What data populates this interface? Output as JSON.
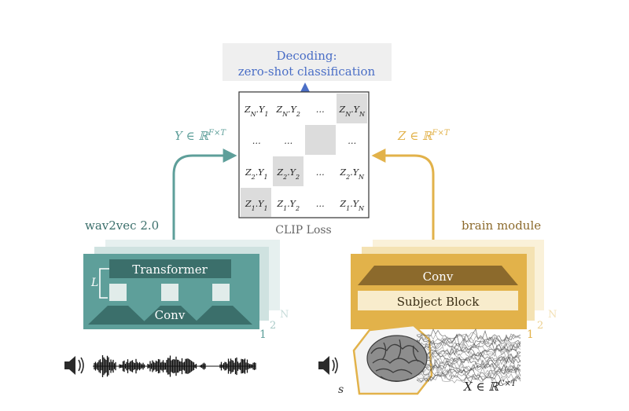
{
  "decoding": {
    "title": "Decoding:",
    "subtitle": "zero-shot classification"
  },
  "matrix": {
    "rows": [
      [
        "ZN.Y1",
        "ZN.Y2",
        "…",
        "ZN.YN"
      ],
      [
        "…",
        "…",
        "",
        "…"
      ],
      [
        "Z2.Y1",
        "Z2.Y2",
        "…",
        "Z2.YN"
      ],
      [
        "Z1.Y1",
        "Z1.Y2",
        "…",
        "Z1.YN"
      ]
    ],
    "caption": "CLIP Loss"
  },
  "speech": {
    "model_label": "wav2vec 2.0",
    "transformer_label": "Transformer",
    "conv_label": "Conv",
    "layer_symbol": "L",
    "output_math": "Y ∈ ℝF×T",
    "stack_numbers": [
      "1",
      "2",
      "N"
    ]
  },
  "brain": {
    "module_label": "brain module",
    "conv_label": "Conv",
    "subject_block_label": "Subject Block",
    "output_math": "Z ∈ ℝF×T",
    "input_math": "X ∈ ℝC×T",
    "subject_symbol": "s",
    "stack_numbers": [
      "1",
      "2",
      "N"
    ]
  },
  "colors": {
    "teal": "#5e9f9a",
    "teal_dark": "#3b6f6b",
    "gold": "#e2b24a",
    "gold_dark": "#8c6a2c",
    "blue": "#4a6ec6",
    "gray_cell": "#dcdcdc"
  },
  "icons": [
    "speaker-icon",
    "speaker-icon",
    "brain-icon",
    "waveform-icon",
    "meg-traces-icon"
  ]
}
